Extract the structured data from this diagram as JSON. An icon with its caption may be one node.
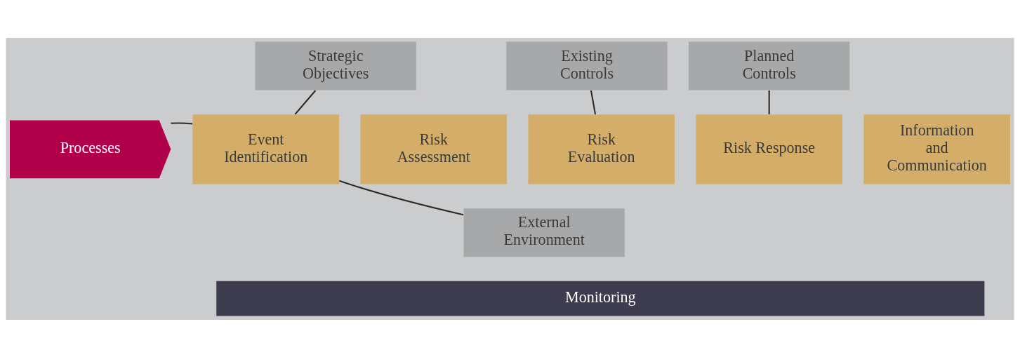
{
  "diagram": {
    "nodes": [
      {
        "text": [
          "Processes"
        ]
      },
      {
        "text": [
          "Strategic Objectives"
        ]
      },
      {
        "text": [
          "Event Identification"
        ]
      },
      {
        "text": [
          "External Environment"
        ]
      },
      {
        "text": [
          "Risk Assessment"
        ]
      },
      {
        "text": [
          "Existing Controls"
        ]
      },
      {
        "text": [
          "Risk Evaluation"
        ]
      },
      {
        "text": [
          "Planned Controls"
        ]
      },
      {
        "text": [
          "Risk Response"
        ]
      },
      {
        "text": [
          "Information and Communication"
        ]
      },
      {
        "text": [
          "Monitoring"
        ]
      }
    ],
    "edges": [
      {
        "from": 0,
        "to": 2,
        "arrow": "none"
      },
      {
        "from": 1,
        "to": 2,
        "arrow": "none"
      },
      {
        "from": 2,
        "to": 3,
        "arrow": "none"
      },
      {
        "from": 5,
        "to": 6,
        "arrow": "none"
      },
      {
        "from": 7,
        "to": 8,
        "arrow": "none"
      }
    ]
  }
}
